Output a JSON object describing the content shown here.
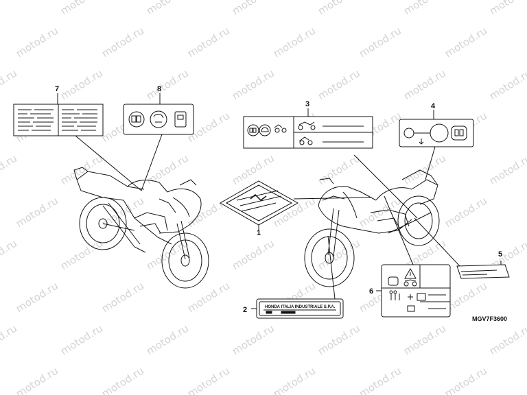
{
  "watermark": "motod.ru",
  "diagram_code": "MGV7F3600",
  "callouts": [
    "1",
    "2",
    "3",
    "4",
    "5",
    "6",
    "7",
    "8"
  ],
  "label_2_text": "HONDA ITALIA INDUSTRIALE S.P.A."
}
